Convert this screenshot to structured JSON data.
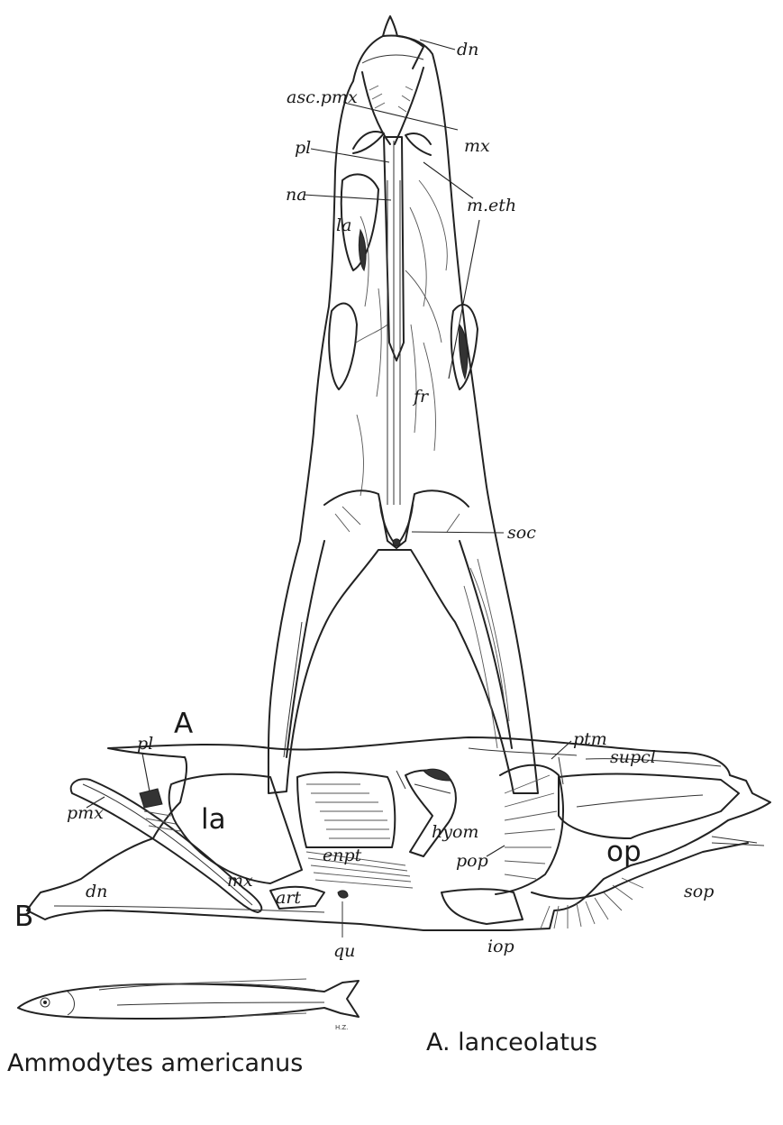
{
  "figure_a": {
    "panel_letter": "A",
    "labels": {
      "dn": "dn",
      "asc_pmx": "asc.pmx",
      "mx": "mx",
      "pl": "pl",
      "na": "na",
      "m_eth": "m.eth",
      "la": "la",
      "fr": "fr",
      "soc": "soc"
    }
  },
  "figure_b": {
    "panel_letter": "B",
    "labels": {
      "pl": "pl",
      "ptm": "ptm",
      "supcl": "supcl",
      "pmx": "pmx",
      "la": "la",
      "hyom": "hyom",
      "op": "op",
      "enpt": "enpt",
      "pop": "pop",
      "dn": "dn",
      "mx": "mx",
      "art": "art",
      "sop": "sop",
      "qu": "qu",
      "iop": "iop"
    }
  },
  "fish_inset": {
    "caption": "Ammodytes americanus",
    "artist_initials": "H.Z."
  },
  "species_caption": "A. lanceolatus"
}
